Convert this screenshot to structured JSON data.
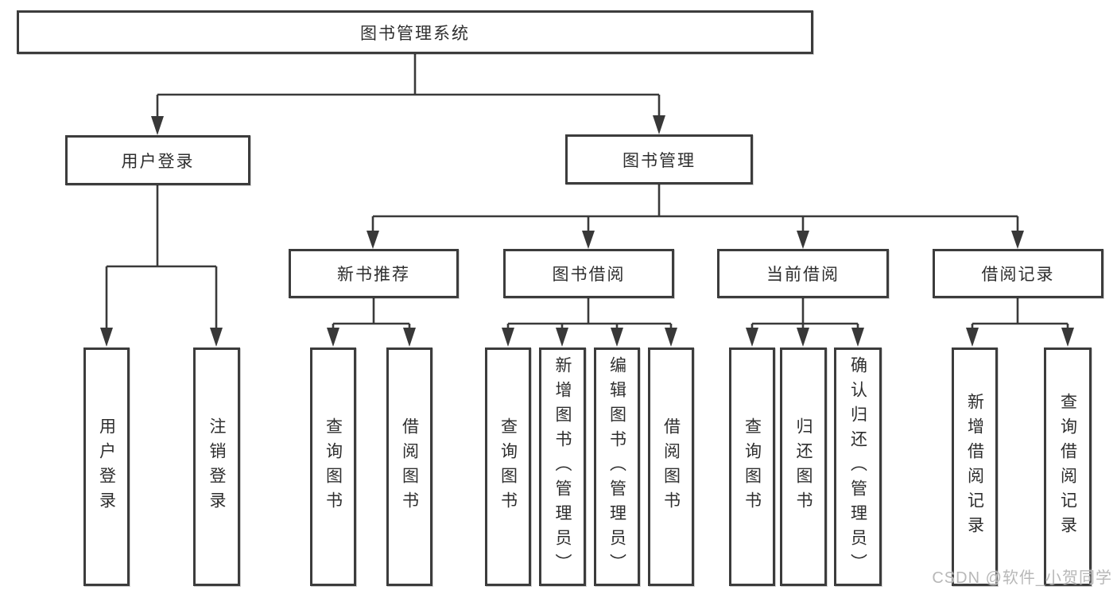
{
  "diagram": {
    "type": "org-chart",
    "colors": {
      "line": "#3a3a3a",
      "border": "#3c3c3c",
      "text": "#2e2e2e",
      "watermark_text": "#b8b8b8",
      "background": "#ffffff"
    },
    "watermark": "CSDN @软件_小贺同学"
  },
  "hierarchy": {
    "label": "图书管理系统",
    "children": [
      {
        "label": "用户登录",
        "children": [
          {
            "label": "用户登录"
          },
          {
            "label": "注销登录"
          }
        ]
      },
      {
        "label": "图书管理",
        "children": [
          {
            "label": "新书推荐",
            "children": [
              {
                "label": "查询图书"
              },
              {
                "label": "借阅图书"
              }
            ]
          },
          {
            "label": "图书借阅",
            "children": [
              {
                "label": "查询图书"
              },
              {
                "label": "新增图书（管理员）"
              },
              {
                "label": "编辑图书（管理员）"
              },
              {
                "label": "借阅图书"
              }
            ]
          },
          {
            "label": "当前借阅",
            "children": [
              {
                "label": "查询图书"
              },
              {
                "label": "归还图书"
              },
              {
                "label": "确认归还（管理员）"
              }
            ]
          },
          {
            "label": "借阅记录",
            "children": [
              {
                "label": "新增借阅记录"
              },
              {
                "label": "查询借阅记录"
              }
            ]
          }
        ]
      }
    ]
  }
}
